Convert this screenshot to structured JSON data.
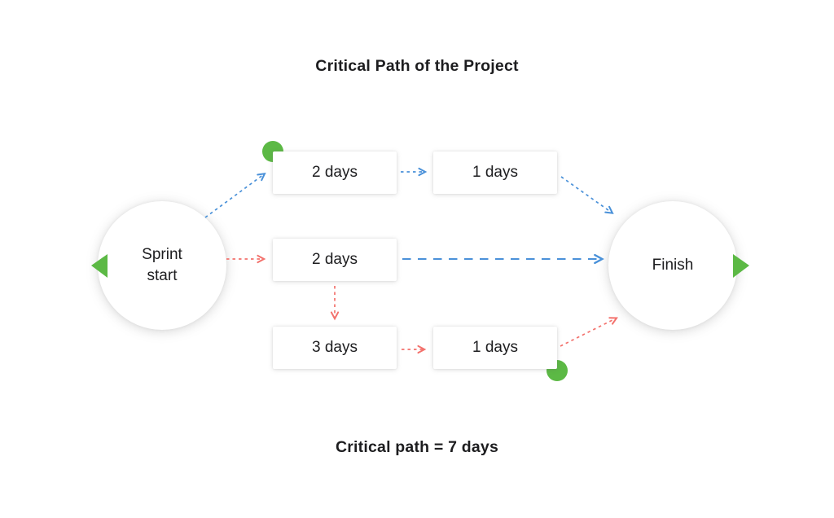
{
  "title": "Critical Path of the Project",
  "caption": "Critical path = 7 days",
  "colors": {
    "arrow_blue": "#4a91d9",
    "arrow_red": "#f3726d",
    "accent_green": "#5cb945",
    "text": "#1d1d1f",
    "node_background": "#ffffff"
  },
  "nodes": {
    "start": {
      "label": "Sprint start"
    },
    "finish": {
      "label": "Finish"
    },
    "tasks": [
      {
        "id": "task-top-1",
        "label": "2 days"
      },
      {
        "id": "task-top-2",
        "label": "1 days"
      },
      {
        "id": "task-middle",
        "label": "2 days"
      },
      {
        "id": "task-bottom-1",
        "label": "3 days"
      },
      {
        "id": "task-bottom-2",
        "label": "1 days"
      }
    ]
  },
  "edges": [
    {
      "from": "sprint-start",
      "to": "task-top-1",
      "color": "blue",
      "style": "dashed"
    },
    {
      "from": "task-top-1",
      "to": "task-top-2",
      "color": "blue",
      "style": "dashed"
    },
    {
      "from": "task-top-2",
      "to": "finish",
      "color": "blue",
      "style": "dashed"
    },
    {
      "from": "sprint-start",
      "to": "task-middle",
      "color": "red",
      "style": "dashed"
    },
    {
      "from": "task-middle",
      "to": "finish",
      "color": "blue",
      "style": "long-dashed"
    },
    {
      "from": "task-middle",
      "to": "task-bottom-1",
      "color": "red",
      "style": "dashed"
    },
    {
      "from": "task-bottom-1",
      "to": "task-bottom-2",
      "color": "red",
      "style": "dashed"
    },
    {
      "from": "task-bottom-2",
      "to": "finish",
      "color": "red",
      "style": "dashed"
    }
  ]
}
